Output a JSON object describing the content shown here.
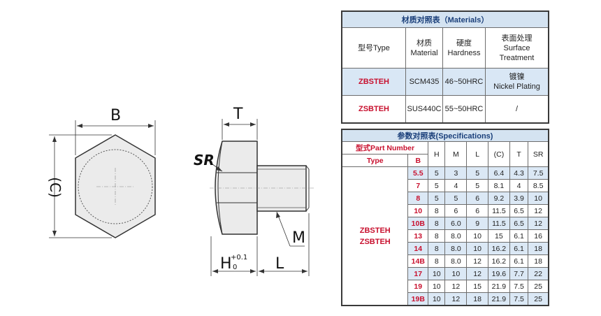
{
  "drawing": {
    "label_B": "B",
    "label_C": "(C)",
    "label_T": "T",
    "label_SR": "SR",
    "label_M": "M",
    "label_H": "H",
    "label_H_upper": "+0.1",
    "label_H_lower": "0",
    "label_L": "L"
  },
  "materials": {
    "title": "材质对照表（Materials）",
    "col_type": "型号Type",
    "col_material_1": "材质",
    "col_material_2": "Material",
    "col_hardness_1": "硬度",
    "col_hardness_2": "Hardness",
    "col_surface_1": "表面处理",
    "col_surface_2": "Surface",
    "col_surface_3": "Treatment",
    "rows": [
      {
        "type": "ZBSTEH",
        "material": "SCM435",
        "hardness": "46~50HRC",
        "surface_1": "镀镍",
        "surface_2": "Nickel Plating"
      },
      {
        "type": "ZSBTEH",
        "material": "SUS440C",
        "hardness": "55~50HRC",
        "surface_1": "/",
        "surface_2": ""
      }
    ]
  },
  "specs": {
    "title": "参数对照表(Specifications)",
    "part_number": "型式Part Number",
    "col_type": "Type",
    "col_B": "B",
    "cols": [
      "H",
      "M",
      "L",
      "(C)",
      "T",
      "SR"
    ],
    "type_1": "ZBSTEH",
    "type_2": "ZSBTEH",
    "rows": [
      {
        "B": "5.5",
        "v": [
          "5",
          "3",
          "5",
          "6.4",
          "4.3",
          "7.5"
        ]
      },
      {
        "B": "7",
        "v": [
          "5",
          "4",
          "5",
          "8.1",
          "4",
          "8.5"
        ]
      },
      {
        "B": "8",
        "v": [
          "5",
          "5",
          "6",
          "9.2",
          "3.9",
          "10"
        ]
      },
      {
        "B": "10",
        "v": [
          "8",
          "6",
          "6",
          "11.5",
          "6.5",
          "12"
        ]
      },
      {
        "B": "10B",
        "v": [
          "8",
          "6.0",
          "9",
          "11.5",
          "6.5",
          "12"
        ]
      },
      {
        "B": "13",
        "v": [
          "8",
          "8.0",
          "10",
          "15",
          "6.1",
          "16"
        ]
      },
      {
        "B": "14",
        "v": [
          "8",
          "8.0",
          "10",
          "16.2",
          "6.1",
          "18"
        ]
      },
      {
        "B": "14B",
        "v": [
          "8",
          "8.0",
          "12",
          "16.2",
          "6.1",
          "18"
        ]
      },
      {
        "B": "17",
        "v": [
          "10",
          "10",
          "12",
          "19.6",
          "7.7",
          "22"
        ]
      },
      {
        "B": "19",
        "v": [
          "10",
          "12",
          "15",
          "21.9",
          "7.5",
          "25"
        ]
      },
      {
        "B": "19B",
        "v": [
          "10",
          "12",
          "18",
          "21.9",
          "7.5",
          "25"
        ]
      }
    ]
  }
}
